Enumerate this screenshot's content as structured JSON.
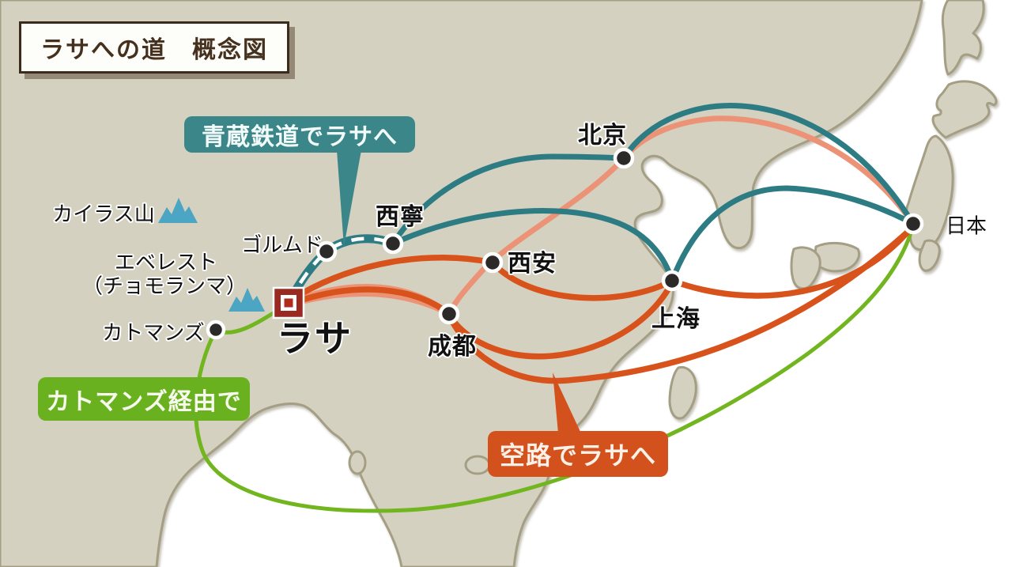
{
  "title": "ラサへの道　概念図",
  "callouts": {
    "railway": "青蔵鉄道でラサへ",
    "air": "空路でラサへ",
    "via_kathmandu": "カトマンズ経由で"
  },
  "cities": {
    "beijing": {
      "label": "北京"
    },
    "xining": {
      "label": "西寧"
    },
    "golmud": {
      "label": "ゴルムド"
    },
    "xian": {
      "label": "西安"
    },
    "chengdu": {
      "label": "成都"
    },
    "shanghai": {
      "label": "上海"
    },
    "lhasa": {
      "label": "ラサ"
    },
    "kathmandu": {
      "label": "カトマンズ"
    },
    "japan": {
      "label": "日本"
    }
  },
  "mountains": {
    "kailash": {
      "label": "カイラス山"
    },
    "everest": {
      "line1": "エベレスト",
      "line2": "（チョモランマ）"
    }
  },
  "routes": [
    {
      "mode": "rail-access",
      "color_key": "teal",
      "path": [
        "日本",
        "北京",
        "西寧"
      ]
    },
    {
      "mode": "rail-access",
      "color_key": "teal",
      "path": [
        "日本",
        "上海",
        "西寧"
      ]
    },
    {
      "mode": "railway",
      "name": "青蔵鉄道",
      "color_key": "teal",
      "style": "hatched",
      "path": [
        "西寧",
        "ゴルムド",
        "ラサ"
      ]
    },
    {
      "mode": "air",
      "color_key": "salmon",
      "path": [
        "日本",
        "北京",
        "成都",
        "ラサ"
      ]
    },
    {
      "mode": "air",
      "color_key": "orange",
      "path": [
        "日本",
        "上海",
        "西安",
        "ラサ"
      ]
    },
    {
      "mode": "air",
      "color_key": "orange",
      "path": [
        "日本",
        "上海",
        "成都",
        "ラサ"
      ]
    },
    {
      "mode": "air",
      "color_key": "orange",
      "path": [
        "日本",
        "成都",
        "ラサ"
      ]
    },
    {
      "mode": "air",
      "color_key": "green",
      "path": [
        "日本",
        "カトマンズ",
        "ラサ"
      ]
    }
  ],
  "colors": {
    "teal": "#2e7c83",
    "salmon": "#ec9377",
    "orange": "#d8521c",
    "green": "#72b61f",
    "callout_teal_bg": "#3a8689",
    "callout_orange_bg": "#d2511d",
    "callout_green_bg": "#6ab120",
    "land": "#d4d1c0",
    "coastline": "#a49e84",
    "sea": "#ffffff",
    "city_dot": "#2b2a28",
    "lhasa_marker_red": "#9a2a21",
    "mountain_blue": "#4ba5c3",
    "title_text": "#44301c"
  }
}
